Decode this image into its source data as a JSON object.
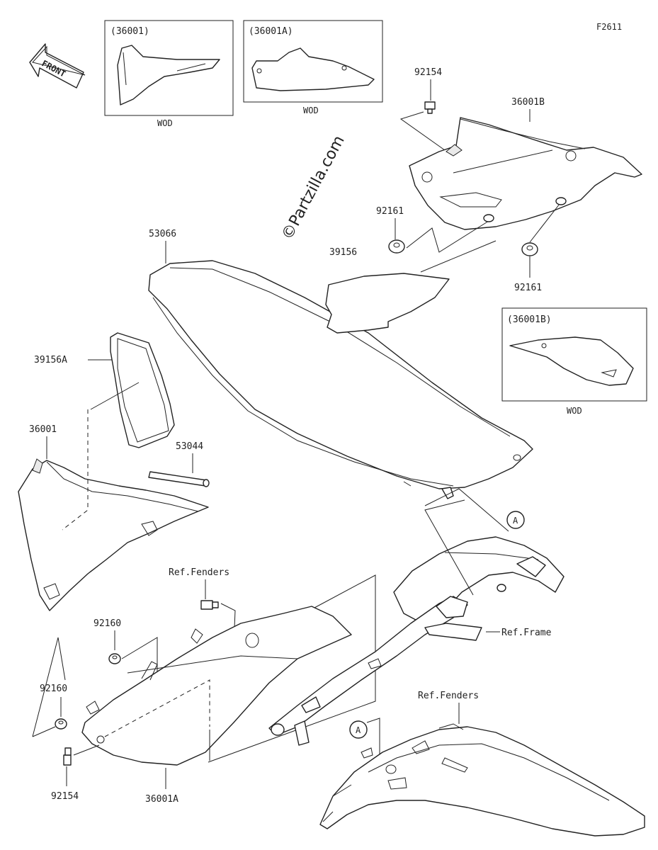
{
  "figure_code": "F2611",
  "front_arrow": {
    "label": "FRONT"
  },
  "watermark": "©Partzilla.com",
  "variants": [
    {
      "ref": "(36001)",
      "note": "WOD"
    },
    {
      "ref": "(36001A)",
      "note": "WOD"
    },
    {
      "ref": "(36001B)",
      "note": "WOD"
    }
  ],
  "parts": [
    {
      "number": "92154"
    },
    {
      "number": "36001B"
    },
    {
      "number": "92161"
    },
    {
      "number": "92161"
    },
    {
      "number": "53066"
    },
    {
      "number": "39156"
    },
    {
      "number": "39156A"
    },
    {
      "number": "36001"
    },
    {
      "number": "53044"
    },
    {
      "number": "92160"
    },
    {
      "number": "92160"
    },
    {
      "number": "92154"
    },
    {
      "number": "36001A"
    }
  ],
  "references": {
    "fenders_upper": "Ref.Fenders",
    "frame": "Ref.Frame",
    "fenders_lower": "Ref.Fenders"
  },
  "callouts": {
    "a1": "A",
    "a2": "A"
  }
}
